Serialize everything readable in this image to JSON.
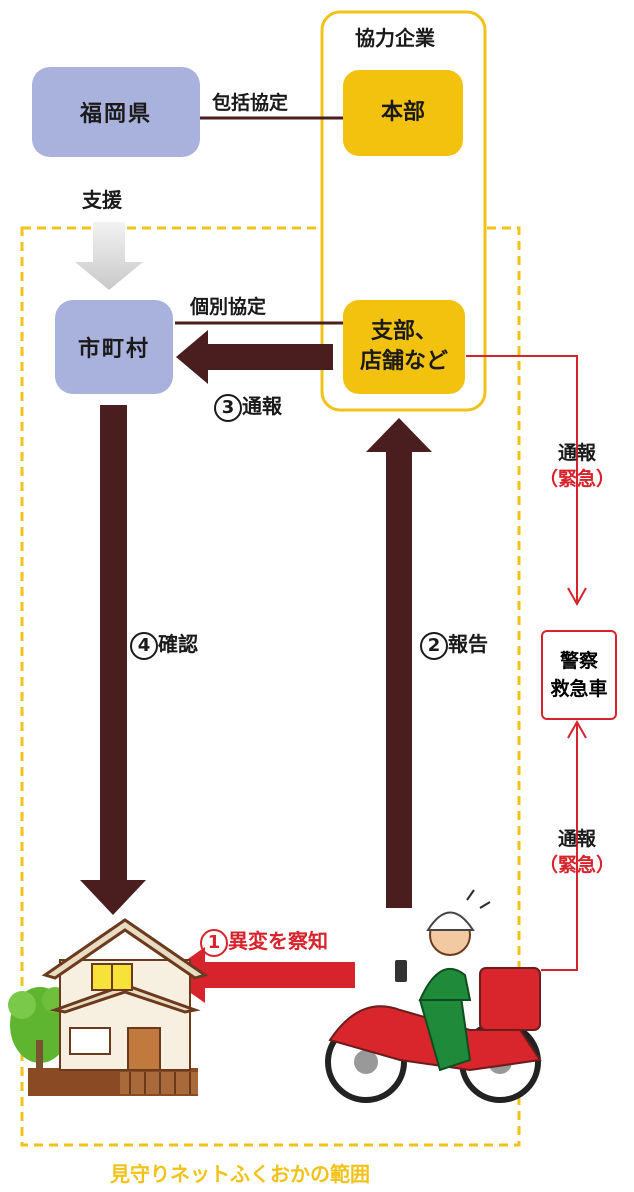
{
  "partner": {
    "header": "協力企業",
    "hq": "本部",
    "branch_line1": "支部、",
    "branch_line2": "店舗など"
  },
  "prefecture": "福岡県",
  "municipality": "市町村",
  "agreements": {
    "comprehensive": "包括協定",
    "individual": "個別協定"
  },
  "support": "支援",
  "steps": {
    "s1": {
      "num": "1",
      "text": "異変を察知"
    },
    "s2": {
      "num": "2",
      "text": "報告"
    },
    "s3": {
      "num": "3",
      "text": "通報"
    },
    "s4": {
      "num": "4",
      "text": "確認"
    }
  },
  "emergency_top": {
    "line1": "通報",
    "line2": "（緊急）"
  },
  "emergency_bottom": {
    "line1": "通報",
    "line2": "（緊急）"
  },
  "responders": {
    "line1": "警察",
    "line2": "救急車"
  },
  "scope_caption": "見守りネットふくおかの範囲",
  "colors": {
    "dark_arrow": "#4a1e1e",
    "red": "#d6232c",
    "gold": "#f3c20f",
    "lavender": "#a9b2dc",
    "dash": "#f0c21a"
  }
}
